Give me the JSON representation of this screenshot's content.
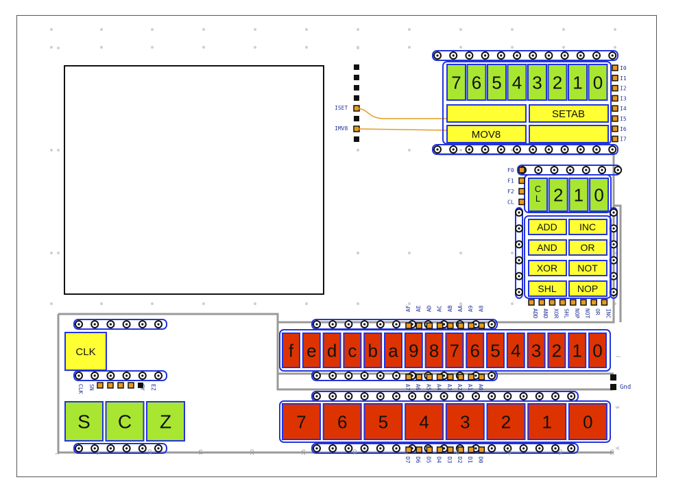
{
  "labels": {
    "iset": "ISET",
    "imv8": "IMV8",
    "gnd": "Gnd",
    "i_pins": [
      "I0",
      "I1",
      "I2",
      "I3",
      "I4",
      "I5",
      "I6",
      "I7"
    ],
    "f_pins": [
      "F0",
      "F1",
      "F2",
      "CL"
    ],
    "alu_pins": [
      "ADD",
      "AND",
      "XOR",
      "SHL",
      "NOP",
      "NOT",
      "OR",
      "INC"
    ],
    "addr_top": [
      "AF",
      "AE",
      "AD",
      "AC",
      "AB",
      "AA",
      "A9",
      "A8"
    ],
    "addr_bottom": [
      "A7",
      "A6",
      "A5",
      "A4",
      "A3",
      "A2",
      "A1",
      "A0"
    ],
    "data_pins": [
      "D7",
      "D6",
      "D5",
      "D4",
      "D3",
      "D2",
      "D1",
      "D0"
    ],
    "status_pins": [
      "CLK",
      "SN",
      "CY",
      "EZ"
    ],
    "ruler": [
      "1",
      "5",
      "10",
      "15",
      "20",
      "25",
      "30",
      "35",
      "40",
      "45",
      "50",
      "55"
    ],
    "ruler_side": [
      "J",
      "E",
      "A"
    ]
  },
  "instr_digits": [
    "7",
    "6",
    "5",
    "4",
    "3",
    "2",
    "1",
    "0"
  ],
  "instr_buttons": [
    "",
    "SETAB",
    "MOV8",
    ""
  ],
  "func_digits": [
    "C\nL",
    "2",
    "1",
    "0"
  ],
  "alu_buttons": [
    "ADD",
    "INC",
    "AND",
    "OR",
    "XOR",
    "NOT",
    "SHL",
    "NOP"
  ],
  "addr_digits": [
    "f",
    "e",
    "d",
    "c",
    "b",
    "a",
    "9",
    "8",
    "7",
    "6",
    "5",
    "4",
    "3",
    "2",
    "1",
    "0"
  ],
  "data_digits": [
    "7",
    "6",
    "5",
    "4",
    "3",
    "2",
    "1",
    "0"
  ],
  "clk_label": "CLK",
  "flag_digits": [
    "S",
    "C",
    "Z"
  ],
  "colors": {
    "green": "#a8e632",
    "yellow": "#ffff33",
    "red": "#dd3300",
    "blue": "#2233dd",
    "rail": "#9a9a9a",
    "wire": "#e69a22"
  }
}
